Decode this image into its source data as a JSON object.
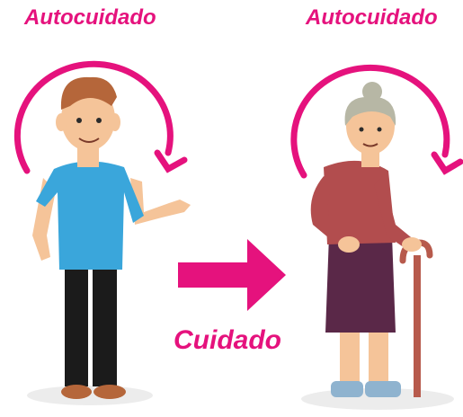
{
  "labels": {
    "self_care_left": "Autocuidado",
    "self_care_right": "Autocuidado",
    "care": "Cuidado"
  },
  "colors": {
    "accent": "#e5127d",
    "young_shirt": "#3aa6db",
    "young_pants": "#1b1b1b",
    "young_hair": "#b5663a",
    "skin": "#f5c499",
    "elder_sweater": "#b24d4e",
    "elder_skirt": "#5a2848",
    "elder_hair": "#b7b7a5",
    "cane": "#b75a4c"
  },
  "icons": [
    "self-care-cycle-arrow-icon",
    "right-arrow-icon",
    "young-man-illustration",
    "elderly-woman-illustration"
  ]
}
